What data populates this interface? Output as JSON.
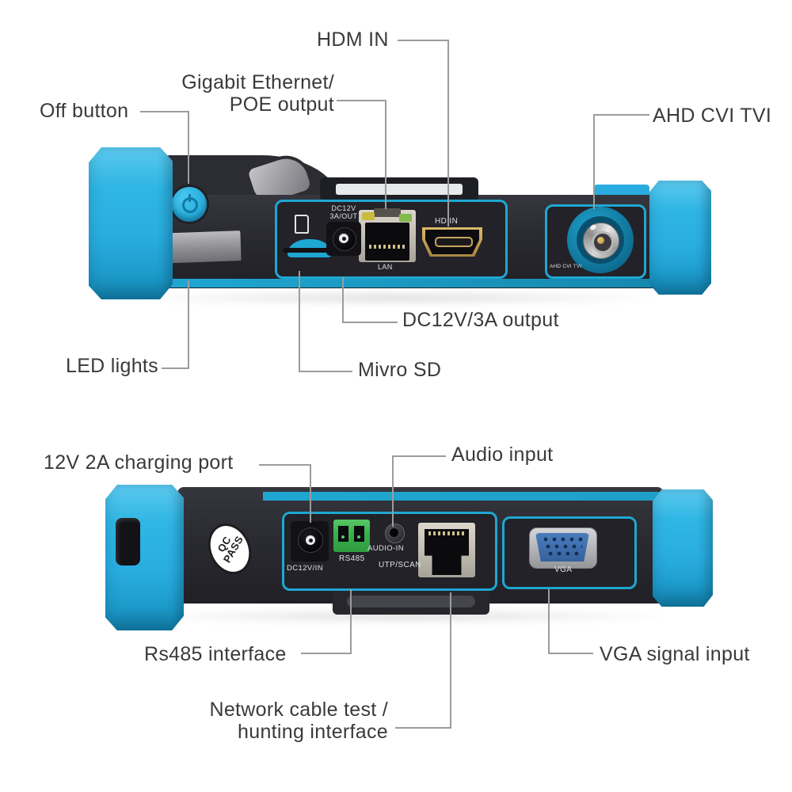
{
  "callouts_top": {
    "hdm_in": "HDM IN",
    "gigabit_line1": "Gigabit Ethernet/",
    "gigabit_line2": "POE output",
    "off_button": "Off button",
    "ahd_cvi_tvi": "AHD CVI TVI",
    "dc12v_output": "DC12V/3A output",
    "micro_sd": "Mivro SD",
    "led_lights": "LED lights"
  },
  "callouts_bottom": {
    "charging_port": "12V 2A charging port",
    "audio_input": "Audio input",
    "rs485_interface": "Rs485 interface",
    "vga_signal_input": "VGA signal input",
    "network_line1": "Network cable test /",
    "network_line2": "hunting interface"
  },
  "device_top_labels": {
    "dc12v_line1": "DC12V",
    "dc12v_line2": "3A/OUT",
    "lan": "LAN",
    "hd_in": "HD IN",
    "ahd_cvi_tvi": "AHD CVI TVI"
  },
  "device_bottom_labels": {
    "dc12v_in": "DC12V/IN",
    "rs485": "RS485",
    "audio_in": "AUDIO-IN",
    "utp_scan": "UTP/SCAN",
    "vga": "VGA",
    "qc_line1": "QC",
    "qc_line2": "PASS"
  },
  "colors": {
    "bumper_blue": "#2db5e3",
    "accent_teal": "#1ea7d2",
    "body_dark": "#2a2a31",
    "callout_line_gray": "#9c9c9c",
    "label_text": "#3a3a3a",
    "rs485_green": "#3cb24c",
    "vga_blue": "#3f6fae",
    "lan_led_yellow": "#c9ba41",
    "lan_led_green": "#83b94d",
    "hdmi_gold": "#c9a45c",
    "bnc_pin_gold": "#c8a145"
  }
}
